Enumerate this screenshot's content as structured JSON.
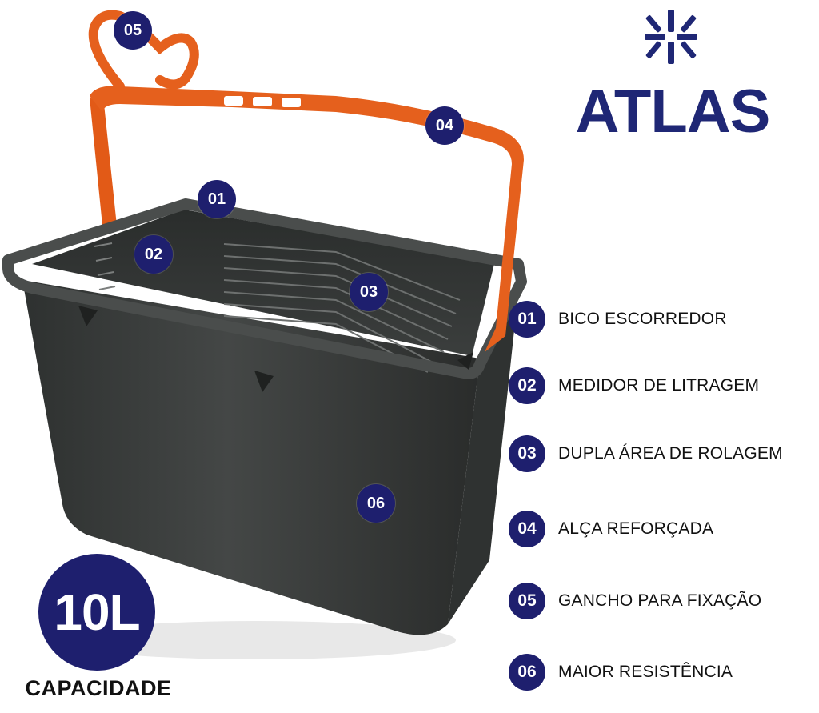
{
  "brand": {
    "name": "ATLAS",
    "color": "#1f2775"
  },
  "product": {
    "body_color": "#3c3f3e",
    "handle_color": "#e5601d"
  },
  "markers": [
    {
      "number": "01"
    },
    {
      "number": "02"
    },
    {
      "number": "03"
    },
    {
      "number": "04"
    },
    {
      "number": "05"
    },
    {
      "number": "06"
    }
  ],
  "features": [
    {
      "number": "01",
      "label": "BICO ESCORREDOR"
    },
    {
      "number": "02",
      "label": "MEDIDOR DE LITRAGEM"
    },
    {
      "number": "03",
      "label": "DUPLA ÁREA DE ROLAGEM"
    },
    {
      "number": "04",
      "label": "ALÇA REFORÇADA"
    },
    {
      "number": "05",
      "label": "GANCHO PARA FIXAÇÃO"
    },
    {
      "number": "06",
      "label": "MAIOR RESISTÊNCIA"
    }
  ],
  "capacity": {
    "value": "10L",
    "label": "CAPACIDADE"
  },
  "badge_color": "#1e1f6e"
}
